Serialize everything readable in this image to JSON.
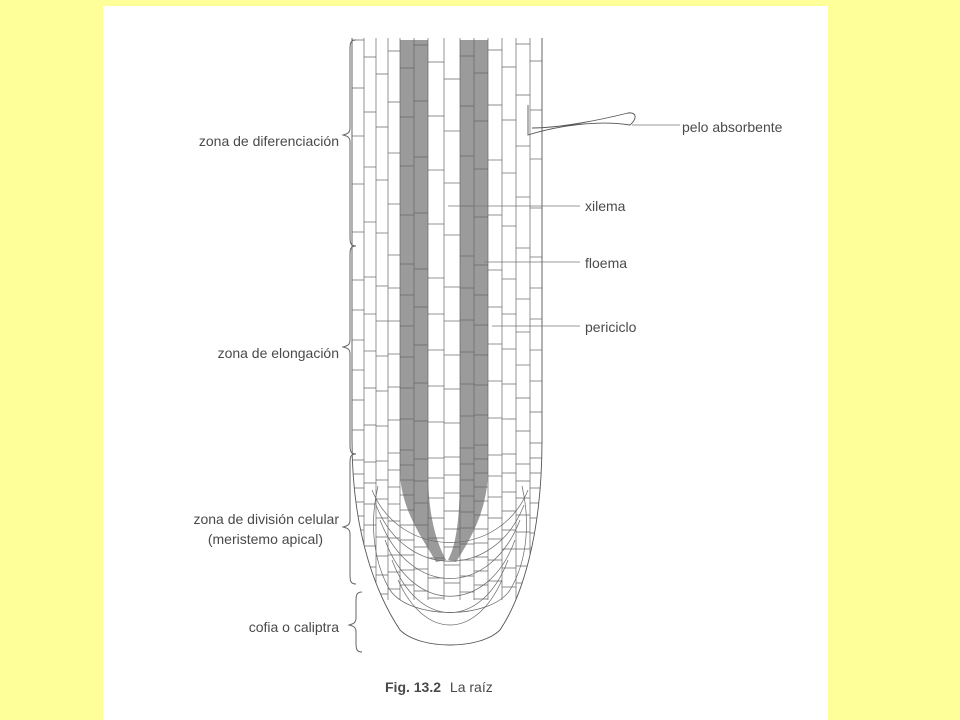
{
  "figure": {
    "caption_prefix": "Fig. 13.2",
    "caption_text": "La raíz"
  },
  "labels_right": {
    "root_hair": "pelo absorbente",
    "xylem": "xilema",
    "phloem": "floema",
    "pericycle": "periciclo"
  },
  "labels_left": {
    "differentiation_zone": "zona de diferenciación",
    "elongation_zone": "zona de elongación",
    "division_zone_line1": "zona de división celular",
    "division_zone_line2": "(meristemo apical)",
    "root_cap": "cofia o caliptra"
  },
  "colors": {
    "slide_background": "#ffff99",
    "panel_background": "#ffffff",
    "vascular_shading": "#8a8a8a",
    "line": "#555555"
  }
}
